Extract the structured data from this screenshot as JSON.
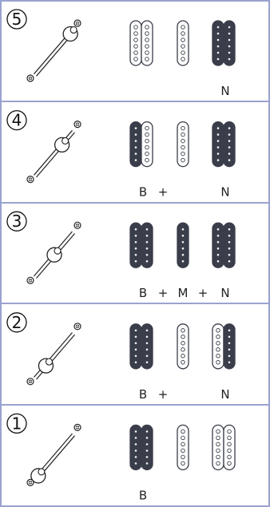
{
  "rows": [
    {
      "number": "5",
      "switch_position": "top",
      "pickups": {
        "bridge": "off",
        "middle": "off",
        "neck": "on"
      },
      "label_parts": {
        "bridge": "",
        "plus1": "",
        "middle": "",
        "plus2": "",
        "neck": "N"
      }
    },
    {
      "number": "4",
      "switch_position": "upper-middle",
      "pickups": {
        "bridge": "split",
        "middle": "off",
        "neck": "on"
      },
      "label_parts": {
        "bridge": "B",
        "plus1": "+",
        "middle": "",
        "plus2": "",
        "neck": "N"
      }
    },
    {
      "number": "3",
      "switch_position": "middle",
      "pickups": {
        "bridge": "on",
        "middle": "on",
        "neck": "on"
      },
      "label_parts": {
        "bridge": "B",
        "plus1": "+",
        "middle": "M",
        "plus2": "+",
        "neck": "N"
      }
    },
    {
      "number": "2",
      "switch_position": "lower-middle",
      "pickups": {
        "bridge": "on",
        "middle": "off",
        "neck": "split"
      },
      "label_parts": {
        "bridge": "B",
        "plus1": "+",
        "middle": "",
        "plus2": "",
        "neck": "N"
      }
    },
    {
      "number": "1",
      "switch_position": "bottom",
      "pickups": {
        "bridge": "on",
        "middle": "off",
        "neck": "off"
      },
      "label_parts": {
        "bridge": "B",
        "plus1": "",
        "middle": "",
        "plus2": "",
        "neck": ""
      }
    }
  ],
  "colors": {
    "frame": "#9aa3cf",
    "pickup_on": "#3a3d4a",
    "pickup_off": "#ffffff",
    "ink": "#222222"
  }
}
